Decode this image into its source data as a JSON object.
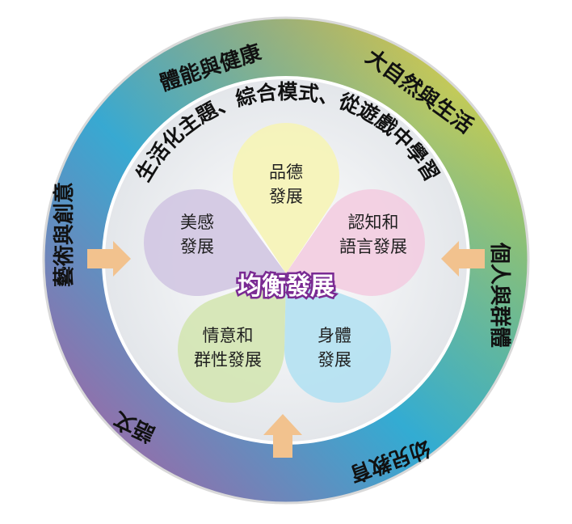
{
  "center": {
    "label": "均衡發展",
    "color": "#7a2a93"
  },
  "inner_arc_text": "生活化主題、綜合模式、從遊戲中學習",
  "petals": [
    {
      "id": "moral",
      "lines": [
        "品德",
        "發展"
      ],
      "color": "#f6f3b8"
    },
    {
      "id": "cognition",
      "lines": [
        "認知和",
        "語言發展"
      ],
      "color": "#f2cfe2"
    },
    {
      "id": "physical",
      "lines": [
        "身體",
        "發展"
      ],
      "color": "#b6e1f1"
    },
    {
      "id": "emotion",
      "lines": [
        "情意和",
        "群性發展"
      ],
      "color": "#d5e6b5"
    },
    {
      "id": "aesthetic",
      "lines": [
        "美感",
        "發展"
      ],
      "color": "#d3c8e3"
    }
  ],
  "outer_ring": [
    {
      "id": "health",
      "label": "體能與健康"
    },
    {
      "id": "nature",
      "label": "大自然與生活"
    },
    {
      "id": "self-group",
      "label": "個人與群體"
    },
    {
      "id": "early-education",
      "label": "幼兒教育"
    },
    {
      "id": "language",
      "label": "語文"
    },
    {
      "id": "arts",
      "label": "藝術與創意"
    }
  ],
  "colors": {
    "ring_orange": "#f39a2a",
    "ring_yellow": "#f6d52c",
    "ring_green": "#9dc83c",
    "ring_blue": "#23a8e4",
    "ring_magenta": "#b74e9f",
    "inner_disc": "#eceef0",
    "arrow": "#f2c28e"
  }
}
